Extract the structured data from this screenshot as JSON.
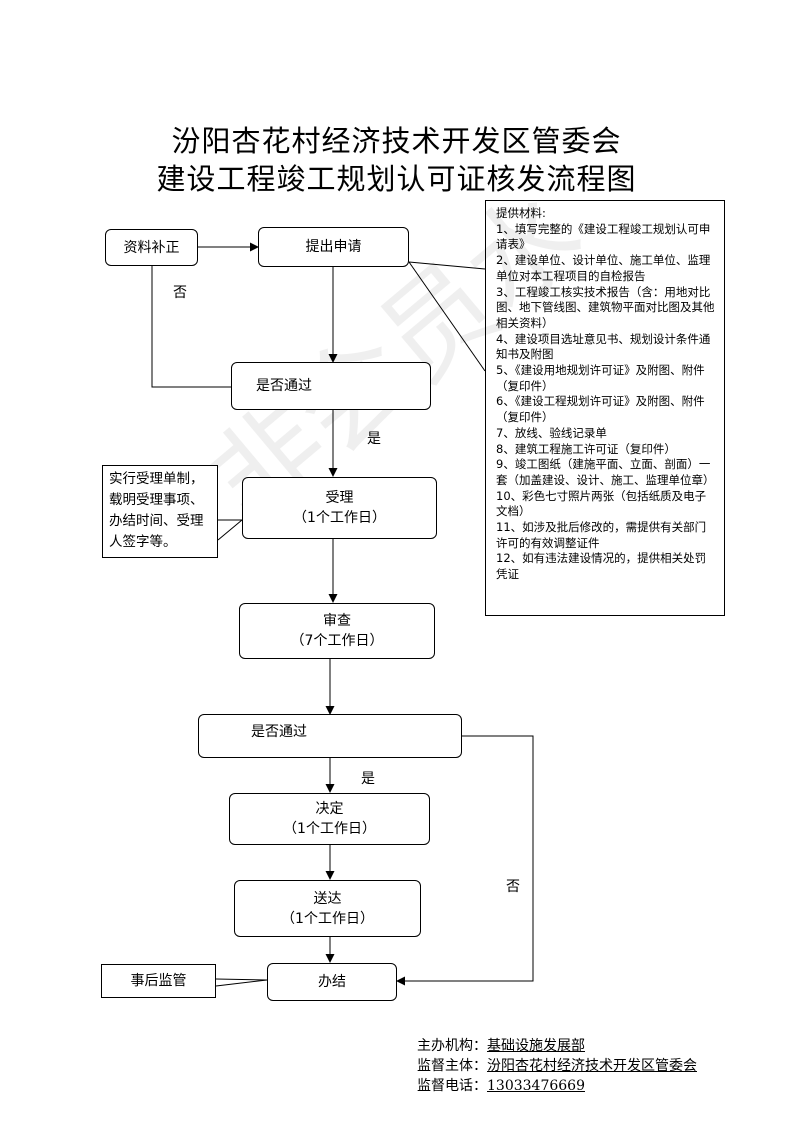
{
  "title_line1": "汾阳杏花村经济技术开发区管委会",
  "title_line2": "建设工程竣工规划认可证核发流程图",
  "watermark": "非会员水",
  "nodes": {
    "supplement": "资料补正",
    "apply": "提出申请",
    "check1": "是否通过",
    "accept": "受理",
    "accept_time": "（1个工作日）",
    "review": "审查",
    "review_time": "（7个工作日）",
    "check2": "是否通过",
    "decide": "决定",
    "decide_time": "（1个工作日）",
    "deliver": "送达",
    "deliver_time": "（1个工作日）",
    "complete": "办结",
    "supervise": "事后监管"
  },
  "edge_labels": {
    "no1": "否",
    "yes1": "是",
    "yes2": "是",
    "no2": "否"
  },
  "accept_note": "实行受理单制，载明受理事项、办结时间、受理人签字等。",
  "materials": {
    "heading": "提供材料:",
    "items": [
      "1、填写完整的《建设工程竣工规划认可申请表》",
      "2、建设单位、设计单位、施工单位、监理单位对本工程项目的自检报告",
      "3、工程竣工核实技术报告（含：用地对比图、地下管线图、建筑物平面对比图及其他相关资料）",
      "4、建设项目选址意见书、规划设计条件通知书及附图",
      "5、《建设用地规划许可证》及附图、附件（复印件）",
      "6、《建设工程规划许可证》及附图、附件（复印件）",
      "7、放线、验线记录单",
      "8、建筑工程施工许可证（复印件）",
      "9、竣工图纸（建施平面、立面、剖面）一套（加盖建设、设计、施工、监理单位章）",
      "10、彩色七寸照片两张（包括纸质及电子文档）",
      "11、如涉及批后修改的，需提供有关部门许可的有效调整证件",
      "12、如有违法建设情况的，提供相关处罚凭证"
    ]
  },
  "footer": {
    "org_label": "主办机构：",
    "org": "基础设施发展部",
    "sup_label": "监督主体：",
    "sup": "汾阳杏花村经济技术开发区管委会",
    "tel_label": "监督电话：",
    "tel": "13033476669"
  }
}
